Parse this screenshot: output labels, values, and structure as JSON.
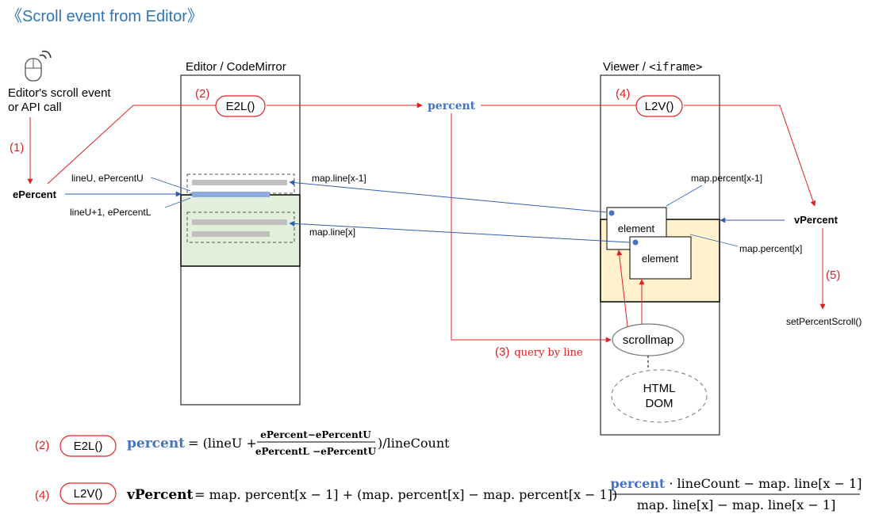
{
  "title": "《Scroll event from Editor》",
  "icons": {
    "mouse": "mouse-icon"
  },
  "colors": {
    "flow": "#e02020",
    "link": "#2f5eb3",
    "title": "#2e75b6",
    "editor_view": "#e2efda",
    "viewer_view": "#fff2cc",
    "marker": "#4472c4"
  },
  "source": {
    "line1": "Editor's scroll event",
    "line2": "or API call"
  },
  "editor": {
    "title": "Editor / CodeMirror"
  },
  "viewer": {
    "title_prefix": "Viewer / ",
    "title_code": "<iframe>"
  },
  "steps": {
    "s1": "(1)",
    "s2": "(2)",
    "s3": "(3)",
    "s4": "(4)",
    "s5": "(5)"
  },
  "functions": {
    "e2l": "E2L()",
    "l2v": "L2V()"
  },
  "labels": {
    "epercent": "ePercent",
    "percent": "percent",
    "vpercent": "vPercent",
    "line_u": "lineU, ePercentU",
    "line_u1": "lineU+1, ePercentL",
    "map_line_x1": "map.line[x-1]",
    "map_line_x": "map.line[x]",
    "map_percent_x1": "map.percent[x-1]",
    "map_percent_x": "map.percent[x]",
    "query_by_line": "query by line",
    "set_scroll": "setPercentScroll()",
    "element": "element",
    "scrollmap": "scrollmap",
    "html": "HTML",
    "dom": "DOM"
  },
  "formula_e2l": {
    "lhs": "percent",
    "eq": " = (lineU + ",
    "num": "ePercent−ePercentU",
    "den": "ePercentL −ePercentU",
    "tail": ")/lineCount"
  },
  "formula_l2v": {
    "lhs": "vPercent",
    "body": " = map. percent[x − 1] + (map. percent[x] − map. percent[x − 1])",
    "num_lhs": "percent",
    "num_rest": " · lineCount − map. line[x − 1]",
    "den": "map. line[x] − map. line[x − 1]"
  }
}
